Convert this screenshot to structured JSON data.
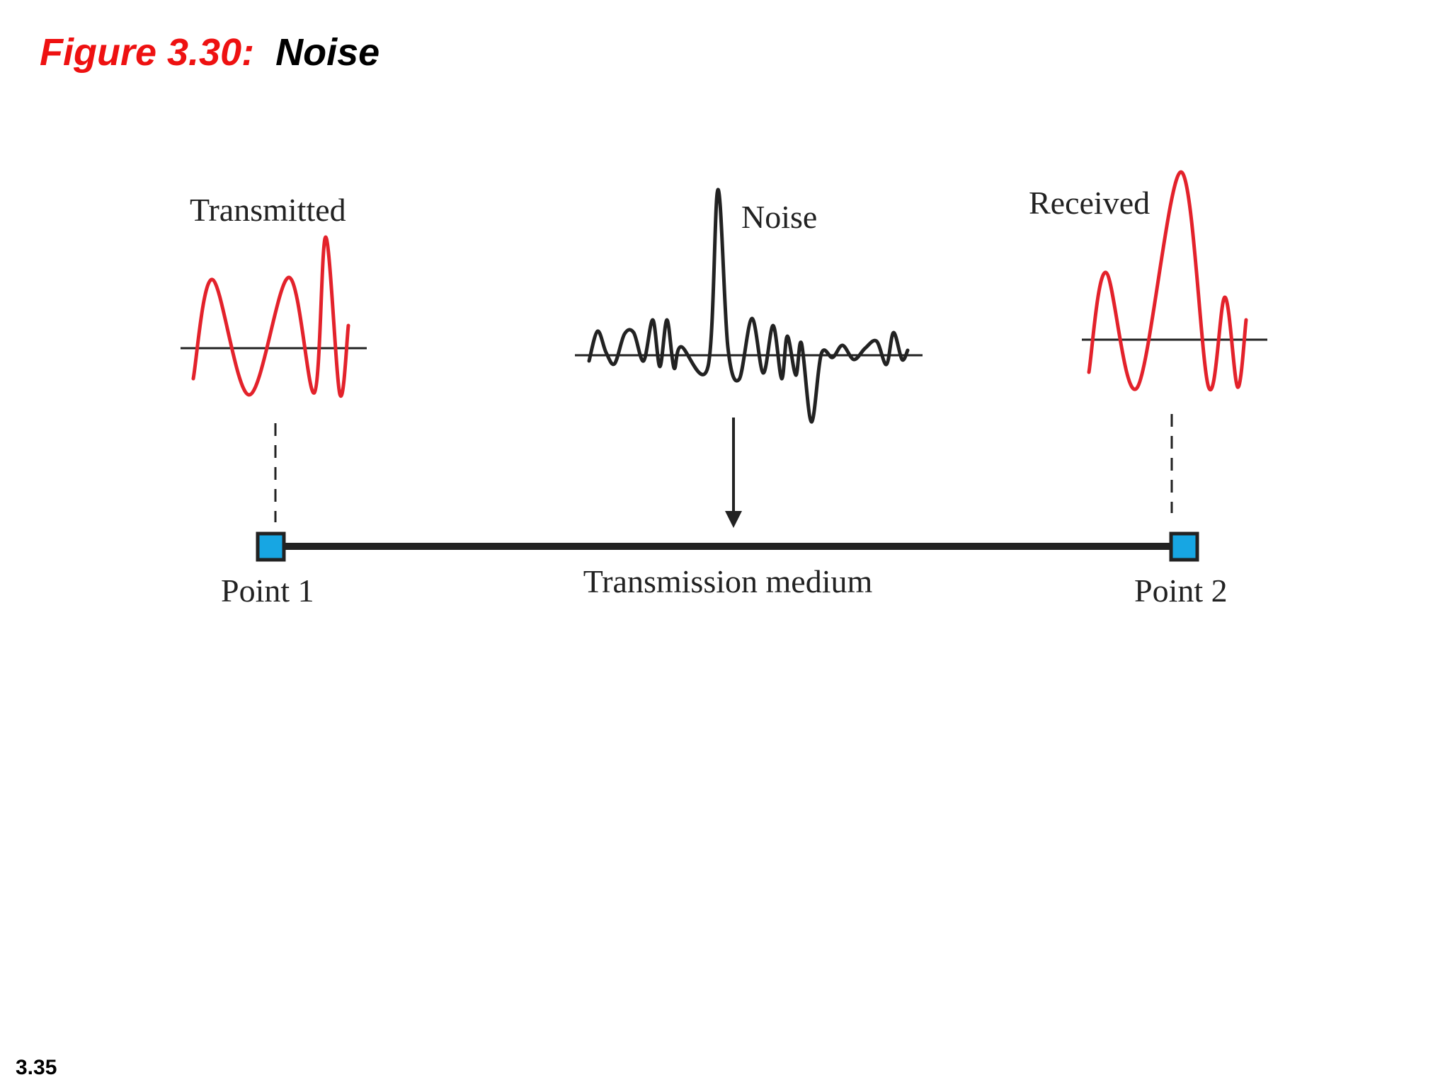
{
  "slide": {
    "figure_number": "Figure 3.30:",
    "figure_name": "Noise",
    "slide_number": "3.35"
  },
  "diagram": {
    "transmitted_label": "Transmitted",
    "noise_label": "Noise",
    "received_label": "Received",
    "point1_label": "Point 1",
    "point2_label": "Point 2",
    "medium_label": "Transmission medium"
  },
  "colors": {
    "signal": "#e3222b",
    "noise": "#222222",
    "endpoint_fill": "#17a6e3",
    "title_accent": "#ee1111"
  },
  "icons": {
    "endpoint": "square-node",
    "noise_injection": "down-arrow"
  }
}
